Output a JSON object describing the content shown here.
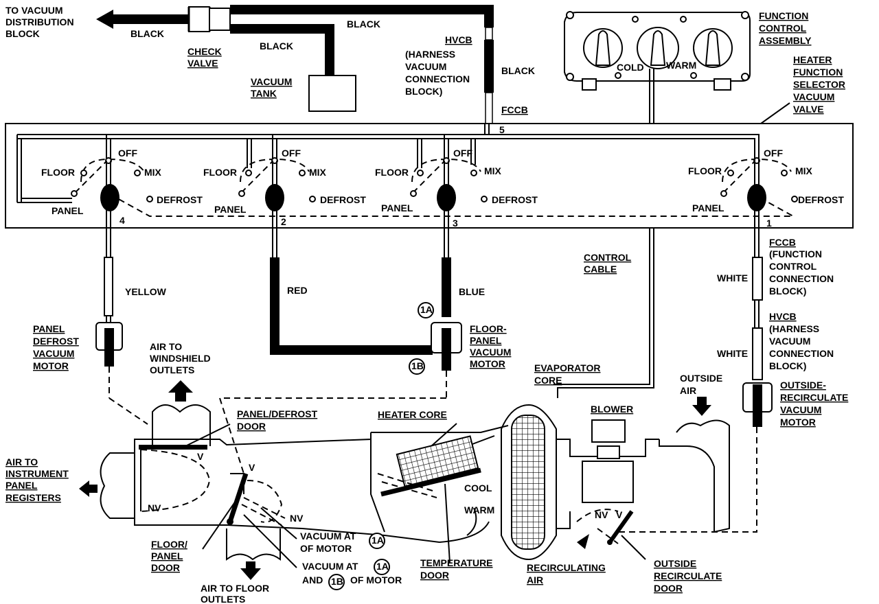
{
  "top": {
    "to_vacuum_lines": [
      "TO VACUUM",
      "DISTRIBUTION",
      "BLOCK"
    ],
    "black_1": "BLACK",
    "black_2": "BLACK",
    "black_3": "BLACK",
    "black_4": "BLACK",
    "check_valve_lines": [
      "CHECK",
      "VALVE"
    ],
    "vacuum_tank_lines": [
      "VACUUM",
      "TANK"
    ],
    "hvcb_lines": [
      "HVCB",
      "(HARNESS",
      "VACUUM",
      "CONNECTION",
      "BLOCK)"
    ],
    "fccb": "FCCB",
    "port_5": "5"
  },
  "function_control": {
    "title_lines": [
      "FUNCTION",
      "CONTROL",
      "ASSEMBLY"
    ],
    "cold": "COLD",
    "warm": "WARM",
    "selector_lines": [
      "HEATER",
      "FUNCTION",
      "SELECTOR",
      "VACUUM",
      "VALVE"
    ]
  },
  "valves": [
    {
      "floor": "FLOOR",
      "off": "OFF",
      "mix": "MIX",
      "panel": "PANEL",
      "defrost": "DEFROST",
      "port": "4"
    },
    {
      "floor": "FLOOR",
      "off": "OFF",
      "mix": "MIX",
      "panel": "PANEL",
      "defrost": "DEFROST",
      "port": "2"
    },
    {
      "floor": "FLOOR",
      "off": "OFF",
      "mix": "MIX",
      "panel": "PANEL",
      "defrost": "DEFROST",
      "port": "3"
    },
    {
      "floor": "FLOOR",
      "off": "OFF",
      "mix": "MIX",
      "panel": "PANEL",
      "defrost": "DEFROST",
      "port": "1"
    }
  ],
  "hoses": {
    "yellow": "YELLOW",
    "red": "RED",
    "blue": "BLUE",
    "white_1": "WHITE",
    "white_2": "WHITE",
    "control_cable_lines": [
      "CONTROL",
      "CABLE"
    ],
    "fccb_lines": [
      "FCCB",
      "(FUNCTION",
      "CONTROL",
      "CONNECTION",
      "BLOCK)"
    ],
    "hvcb_lines": [
      "HVCB",
      "(HARNESS",
      "VACUUM",
      "CONNECTION",
      "BLOCK)"
    ]
  },
  "motors": {
    "panel_defrost_lines": [
      "PANEL",
      "DEFROST",
      "VACUUM",
      "MOTOR"
    ],
    "floor_panel_lines": [
      "FLOOR-",
      "PANEL",
      "VACUUM",
      "MOTOR"
    ],
    "outside_recirc_lines": [
      "OUTSIDE-",
      "RECIRCULATE",
      "VACUUM",
      "MOTOR"
    ],
    "badge_1a": "1A",
    "badge_1b": "1B"
  },
  "ducts": {
    "air_windshield_lines": [
      "AIR TO",
      "WINDSHIELD",
      "OUTLETS"
    ],
    "panel_defrost_door_lines": [
      "PANEL/DEFROST",
      "DOOR"
    ],
    "air_instrument_lines": [
      "AIR TO",
      "INSTRUMENT",
      "PANEL",
      "REGISTERS"
    ],
    "v_1": "V",
    "nv_1": "NV",
    "v_2": "V",
    "nv_2": "NV",
    "floor_panel_door_lines": [
      "FLOOR/",
      "PANEL",
      "DOOR"
    ],
    "air_floor_lines": [
      "AIR TO FLOOR",
      "OUTLETS"
    ],
    "vacuum_at_1_a": "VACUUM AT",
    "vacuum_at_1_b": "OF MOTOR",
    "vacuum_at_2_a": "VACUUM AT",
    "vacuum_at_2_b_and": "AND",
    "vacuum_at_2_b_rest": "OF MOTOR",
    "heater_core": "HEATER CORE",
    "cool": "COOL",
    "warm": "WARM",
    "temperature_door_lines": [
      "TEMPERATURE",
      "DOOR"
    ],
    "evaporator_lines": [
      "EVAPORATOR",
      "CORE"
    ],
    "blower": "BLOWER",
    "outside_air_lines": [
      "OUTSIDE",
      "AIR"
    ],
    "recirc_air_lines": [
      "RECIRCULATING",
      "AIR"
    ],
    "nv_3": "NV",
    "v_3": "V",
    "outside_recirc_door_lines": [
      "OUTSIDE",
      "RECIRCULATE",
      "DOOR"
    ]
  }
}
